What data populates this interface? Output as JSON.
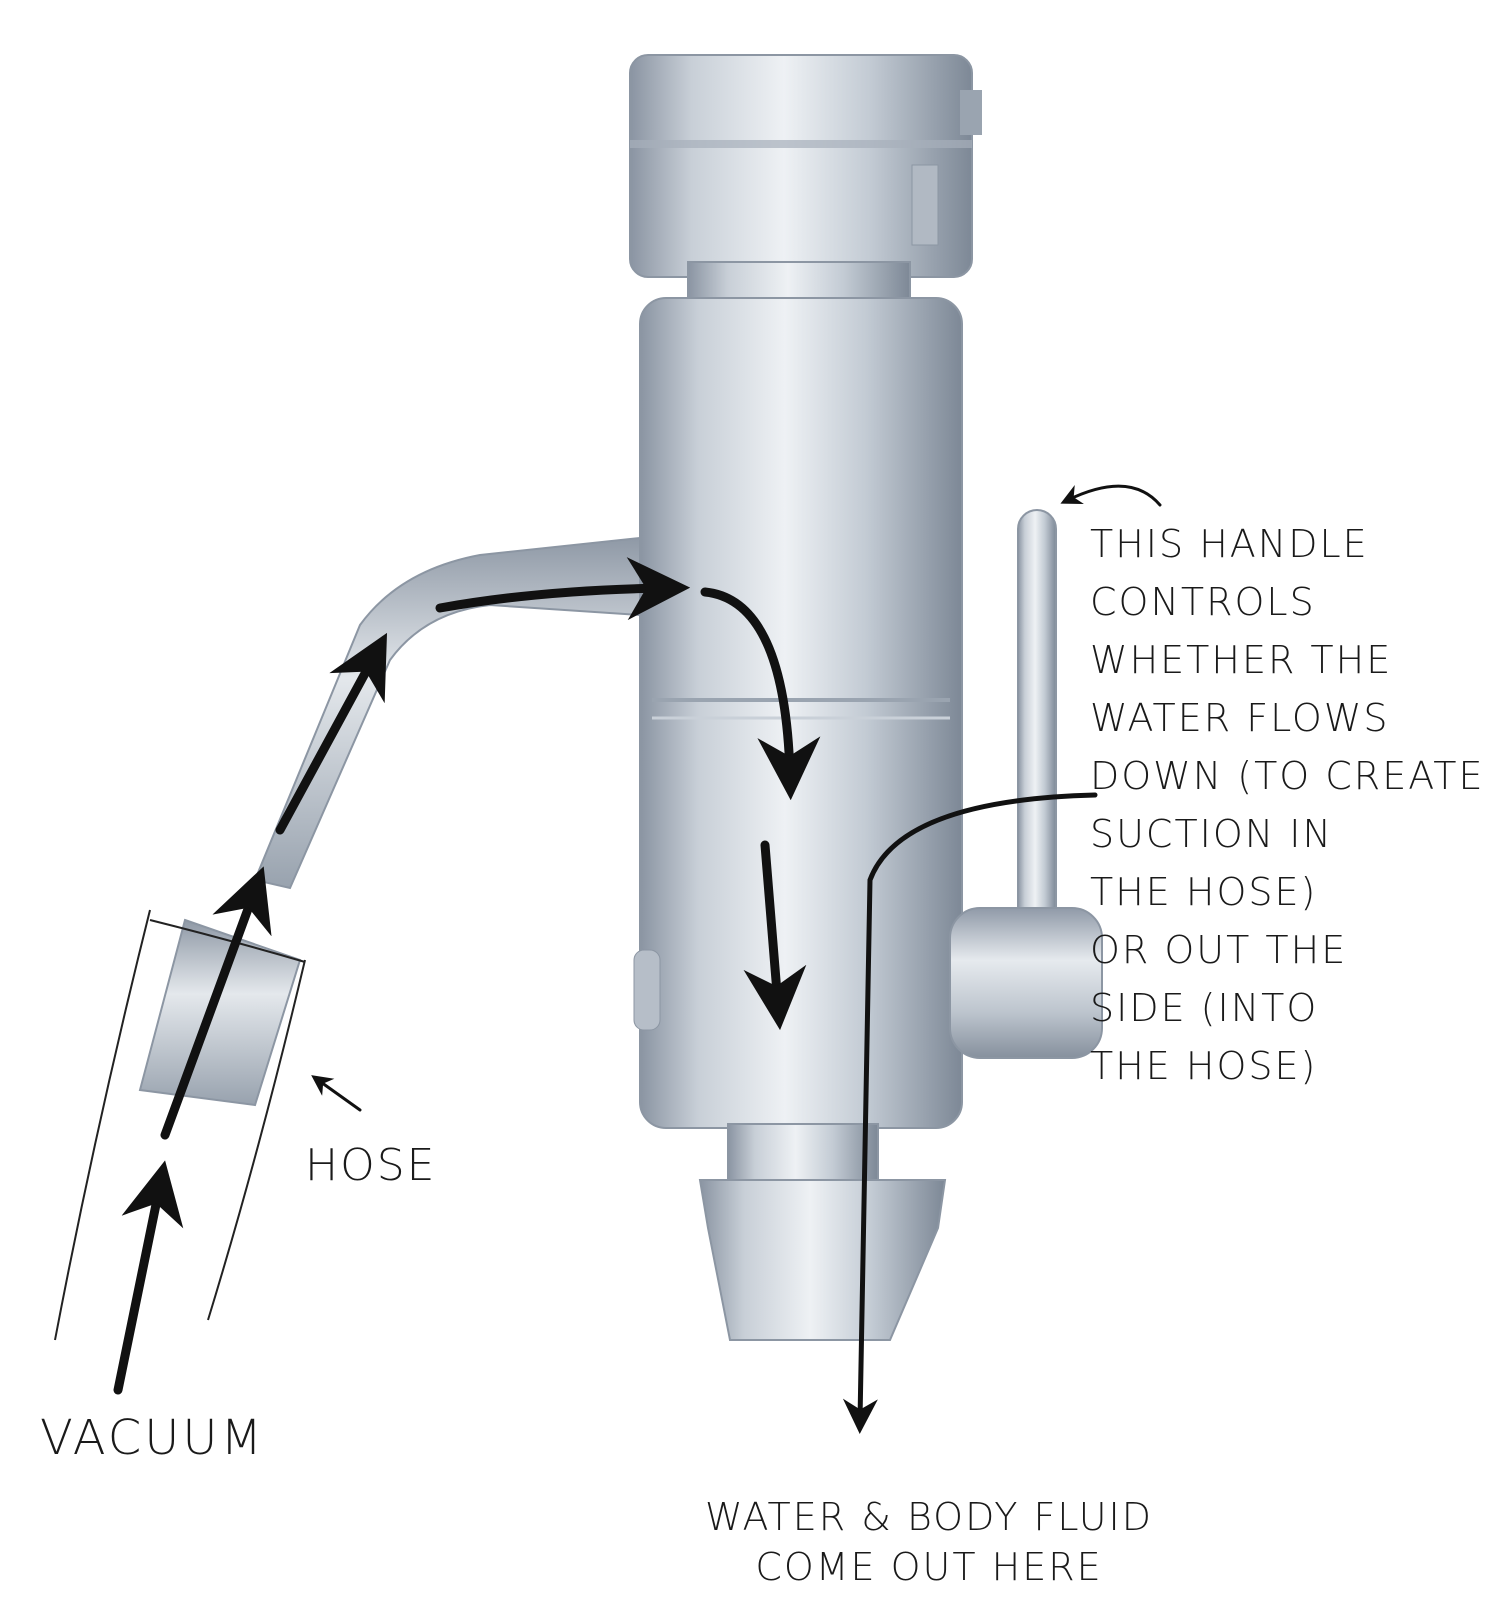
{
  "labels": {
    "handle_note": [
      "This Handle",
      "Controls",
      "whether the",
      "water flows",
      "down (to create",
      "suction in",
      "the hose)",
      "or out the",
      "side (into",
      "the hose)"
    ],
    "hose": "Hose",
    "vacuum": "Vacuum",
    "outlet": [
      "Water & Body Fluid",
      "come out here"
    ]
  },
  "icons": [
    "flow-arrow-icon",
    "pointer-arrow-icon"
  ],
  "colors": {
    "ink": "#111111",
    "metal_dark": "#7f8a98",
    "metal_mid": "#b9c2cc",
    "metal_light": "#eef1f4",
    "background": "#ffffff"
  }
}
